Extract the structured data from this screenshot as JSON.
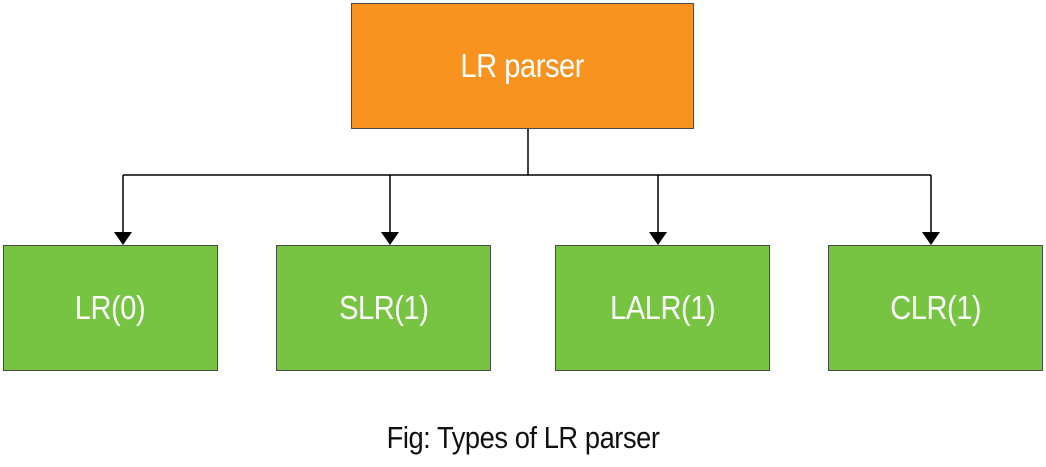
{
  "colors": {
    "root_fill": "#f7931e",
    "child_fill": "#77c443",
    "connector": "#000000",
    "border": "#4a4a4a",
    "label_text": "#ffffff",
    "caption_text": "#111111"
  },
  "root": {
    "label": "LR parser"
  },
  "children": [
    {
      "label": "LR(0)"
    },
    {
      "label": "SLR(1)"
    },
    {
      "label": "LALR(1)"
    },
    {
      "label": "CLR(1)"
    }
  ],
  "caption": "Fig: Types of LR parser"
}
